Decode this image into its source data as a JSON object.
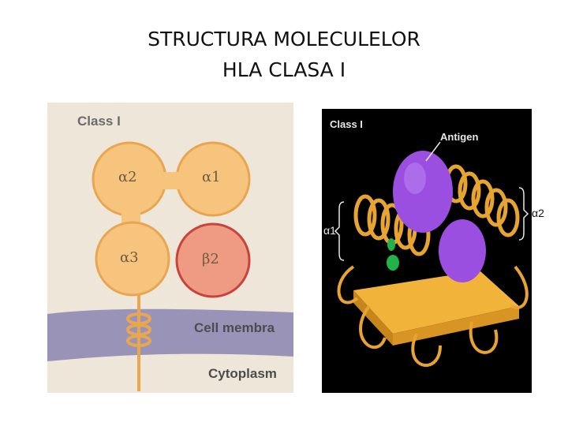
{
  "title": {
    "line1": "STRUCTURA  MOLECULELOR",
    "line2": "HLA  CLASA I"
  },
  "left_diagram": {
    "class_label": "Class I",
    "domains": {
      "alpha2": "α2",
      "alpha1": "α1",
      "alpha3": "α3",
      "beta2": "β2"
    },
    "membrane_label": "Cell membra",
    "cytoplasm_label": "Cytoplasm",
    "colors": {
      "background": "#efe6da",
      "membrane": "#9a93b8",
      "alpha_domain": "#f7c47e",
      "alpha_domain_stroke": "#e8a650",
      "beta2_domain": "#ef9a82",
      "beta2_stroke": "#c9433d"
    }
  },
  "right_diagram": {
    "class_label": "Class I",
    "antigen_label": "Antigen",
    "alpha1_label": "α1",
    "alpha2_label": "α2",
    "colors": {
      "background": "#000000",
      "helix": "#e8a430",
      "sheet": "#f2b33a",
      "antigen": "#9b4fe0",
      "green_residue": "#1fb34a"
    }
  }
}
